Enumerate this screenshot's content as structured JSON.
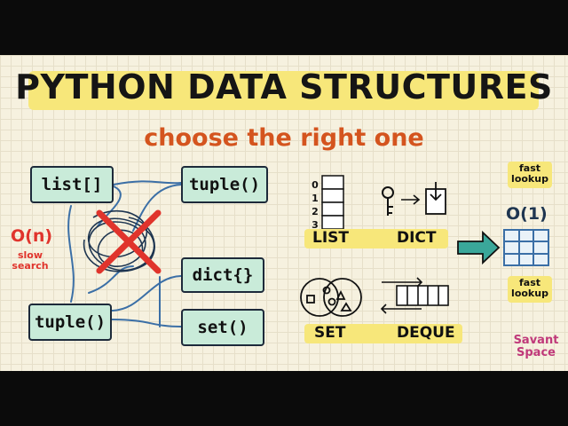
{
  "title": "PYTHON DATA STRUCTURES",
  "subtitle": "choose the right one",
  "left": {
    "boxes": [
      "list[]",
      "tuple()",
      "dict{}",
      "set()",
      "tuple()"
    ],
    "complexity": "O(n)",
    "complexity_note": "slow\nsearch"
  },
  "right": {
    "list_label": "LIST",
    "list_indices": [
      "0",
      "1",
      "2",
      "3"
    ],
    "dict_label": "DICT",
    "set_label": "SET",
    "deque_label": "DEQUE",
    "complexity": "O(1)",
    "fast_top": "fast\nlookup",
    "fast_bottom": "fast\nlookup"
  },
  "brand": "Savant\nSpace",
  "colors": {
    "highlight": "#f7e77a",
    "box_fill": "#c9ebd9",
    "accent_orange": "#d4541e",
    "red": "#e0342c",
    "blue_line": "#3b6fa6",
    "teal_arrow": "#3aa79a",
    "brand": "#c0397a"
  }
}
